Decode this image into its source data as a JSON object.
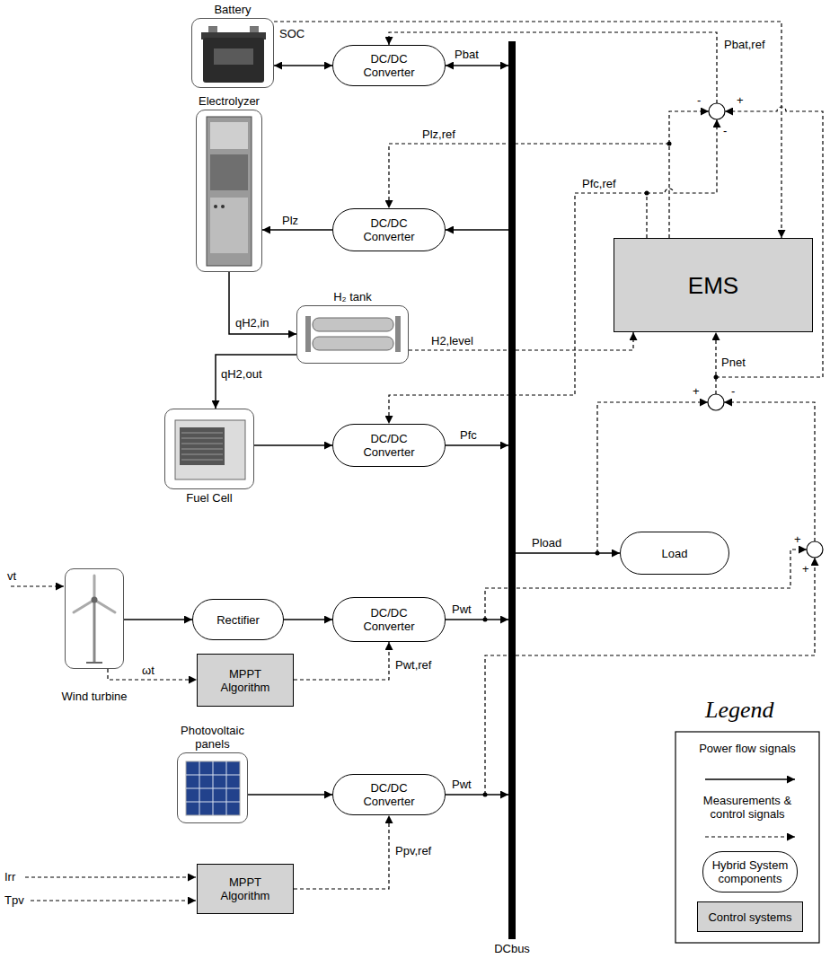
{
  "diagram": {
    "nodes": [
      {
        "text": [
          "Battery"
        ]
      },
      {
        "text": [
          "DC/DC Converter"
        ]
      },
      {
        "text": [
          "Electrolyzer"
        ]
      },
      {
        "text": [
          "DC/DC Converter"
        ]
      },
      {
        "text": [
          "EMS"
        ]
      },
      {
        "text": [
          "H₂ tank"
        ]
      },
      {
        "text": [
          "Fuel Cell"
        ]
      },
      {
        "text": [
          "DC/DC Converter"
        ]
      },
      {
        "text": [
          "Load"
        ]
      },
      {
        "text": [
          "Wind turbine"
        ]
      },
      {
        "text": [
          "Rectifier"
        ]
      },
      {
        "text": [
          "DC/DC Converter"
        ]
      },
      {
        "text": [
          "MPPT Algorithm"
        ]
      },
      {
        "text": [
          "Photovoltaic panels"
        ]
      },
      {
        "text": [
          "DC/DC Converter"
        ]
      },
      {
        "text": [
          "MPPT Algorithm"
        ]
      },
      {
        "text": [
          "DCbus"
        ]
      }
    ],
    "edges": [
      {
        "from": 0,
        "to": 1,
        "arrow": "both"
      },
      {
        "from": 1,
        "to": 16,
        "arrow": "both",
        "label": "Pbat"
      },
      {
        "from": 16,
        "to": 3,
        "arrow": "to"
      },
      {
        "from": 3,
        "to": 2,
        "arrow": "to",
        "label": "Plz"
      },
      {
        "from": 2,
        "to": 5,
        "arrow": "to",
        "label": "qH2,in"
      },
      {
        "from": 5,
        "to": 6,
        "arrow": "to",
        "label": "qH2,out"
      },
      {
        "from": 6,
        "to": 7,
        "arrow": "to"
      },
      {
        "from": 7,
        "to": 16,
        "arrow": "to",
        "label": "Pfc"
      },
      {
        "from": 16,
        "to": 8,
        "arrow": "to",
        "label": "Pload"
      },
      {
        "from": 9,
        "to": 10,
        "arrow": "to"
      },
      {
        "from": 10,
        "to": 11,
        "arrow": "to"
      },
      {
        "from": 11,
        "to": 16,
        "arrow": "to",
        "label": "Pwt"
      },
      {
        "from": 9,
        "to": 12,
        "arrow": "to",
        "label": "ωt"
      },
      {
        "from": 12,
        "to": 11,
        "arrow": "to",
        "label": "Pwt,ref"
      },
      {
        "from": 13,
        "to": 14,
        "arrow": "to"
      },
      {
        "from": 14,
        "to": 16,
        "arrow": "to",
        "label": "Pwt"
      },
      {
        "from": 15,
        "to": 14,
        "arrow": "to",
        "label": "Ppv,ref"
      },
      {
        "from": 4,
        "to": 3,
        "arrow": "to",
        "label": "Plz,ref"
      },
      {
        "from": 4,
        "to": 7,
        "arrow": "to",
        "label": "Pfc,ref"
      },
      {
        "from": 0,
        "to": 4,
        "arrow": "to",
        "label": "SOC"
      },
      {
        "from": 5,
        "to": 4,
        "arrow": "to",
        "label": "H2,level"
      }
    ],
    "labels": [
      "Pbat,ref",
      "+",
      "-",
      "-",
      "Pnet",
      "+",
      "-",
      "+",
      "+",
      "vt",
      "Irr",
      "Tpv",
      "Legend"
    ],
    "legend": [
      {
        "text": "Power flow signals"
      },
      {
        "text": "Measurements & control signals"
      },
      {
        "text": "Hybrid System components"
      },
      {
        "text": "Control systems",
        "color": "#d3d3d3"
      }
    ]
  }
}
